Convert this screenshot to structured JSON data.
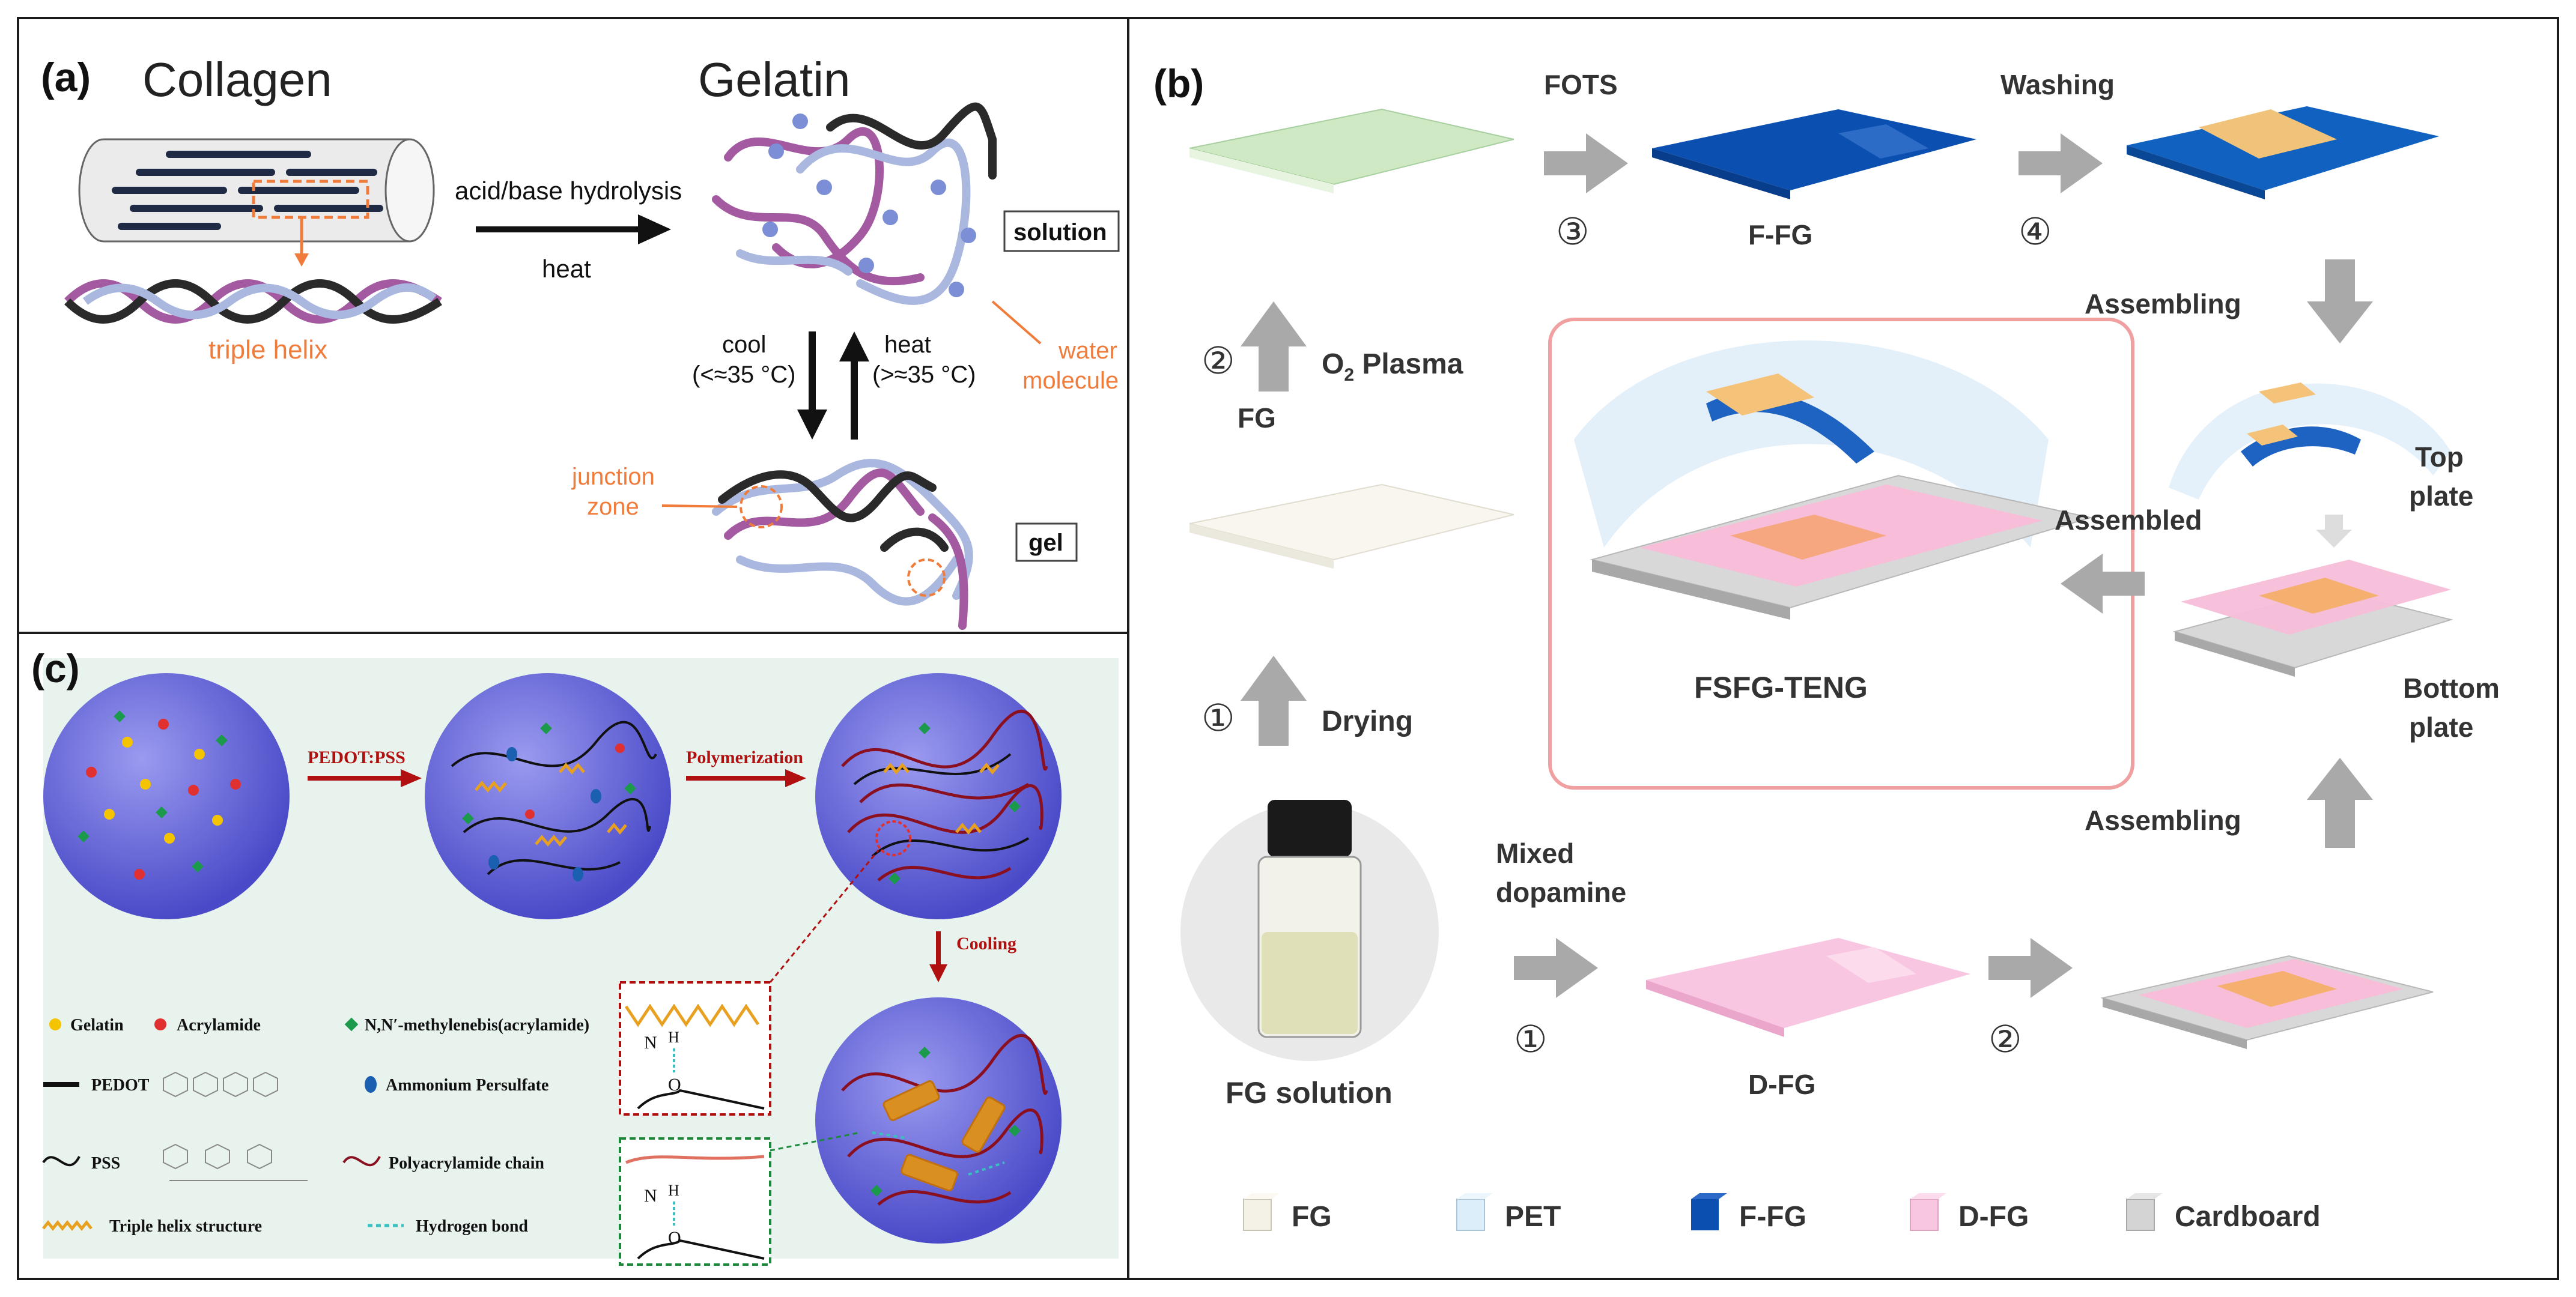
{
  "panel_a": {
    "label": "(a)",
    "collagen_title": "Collagen",
    "gelatin_title": "Gelatin",
    "arrow_top": "acid/base hydrolysis",
    "arrow_bottom": "heat",
    "triple_helix": "triple helix",
    "solution_box": "solution",
    "gel_box": "gel",
    "water_line1": "water",
    "water_line2": "molecule",
    "cool_line1": "cool",
    "cool_line2": "(<≈35 °C)",
    "heat_line1": "heat",
    "heat_line2": "(>≈35 °C)",
    "junction_line1": "junction",
    "junction_line2": "zone"
  },
  "panel_b": {
    "label": "(b)",
    "fots": "FOTS",
    "washing": "Washing",
    "step3": "③",
    "step4": "④",
    "ffg": "F-FG",
    "assembling_top": "Assembling",
    "step2_left": "②",
    "o2": "O",
    "o2_sub": "2",
    "plasma": " Plasma",
    "fg": "FG",
    "top_plate_1": "Top",
    "top_plate_2": "plate",
    "assembled": "Assembled",
    "step1_left": "①",
    "drying": "Drying",
    "fsfg": "FSFG-TENG",
    "bottom_plate_1": "Bottom",
    "bottom_plate_2": "plate",
    "assembling_bottom": "Assembling",
    "mixed_1": "Mixed",
    "mixed_2": "dopamine",
    "step1_bottom": "①",
    "step2_bottom": "②",
    "dfg": "D-FG",
    "fg_solution": "FG solution",
    "legend": [
      {
        "label": "FG",
        "color": "#f4f1e6"
      },
      {
        "label": "PET",
        "color": "#dbeefa"
      },
      {
        "label": "F-FG",
        "color": "#0b4fb0"
      },
      {
        "label": "D-FG",
        "color": "#f9c6e1"
      },
      {
        "label": "Cardboard",
        "color": "#d4d4d4"
      }
    ]
  },
  "panel_c": {
    "label": "(c)",
    "arrow1": "PEDOT:PSS",
    "arrow2": "Polymerization",
    "arrow3": "Cooling",
    "legend_gelatin": "Gelatin",
    "legend_acrylamide": "Acrylamide",
    "legend_mba": "N,N′-methylenebis(acrylamide)",
    "legend_pedot": "PEDOT",
    "legend_aps": "Ammonium Persulfate",
    "legend_pss": "PSS",
    "legend_pam": "Polyacrylamide chain",
    "legend_helix": "Triple helix structure",
    "legend_hbond": "Hydrogen bond",
    "nh_n": "N",
    "nh_h": "H",
    "o_atom": "O"
  },
  "colors": {
    "orange": "#f07c3c",
    "purple": "#a35aa0",
    "lightblue": "#aab8e0",
    "dark": "#2a2a2a",
    "sphere": "#6a6ad8",
    "ffg_blue": "#0b4fb0",
    "dfg_pink": "#f9c6e1"
  }
}
